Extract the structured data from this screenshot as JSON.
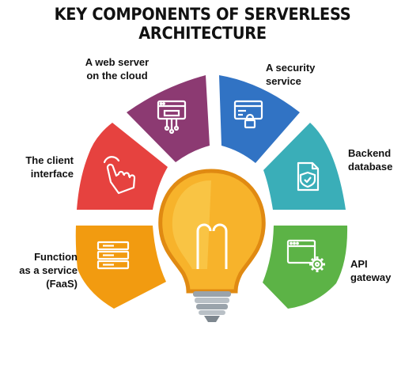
{
  "title": "KEY COMPONENTS OF SERVERLESS ARCHITECTURE",
  "components": [
    {
      "lines": [
        "Function",
        "as a service",
        "(FaaS)"
      ],
      "color": "#f29b10",
      "icon": "server-stack-icon"
    },
    {
      "lines": [
        "The client",
        "interface"
      ],
      "color": "#e6423f",
      "icon": "touch-hand-icon"
    },
    {
      "lines": [
        "A web server",
        "on the cloud"
      ],
      "color": "#8c3a72",
      "icon": "cloud-server-icon"
    },
    {
      "lines": [
        "A security",
        "service"
      ],
      "color": "#3173c4",
      "icon": "lock-window-icon"
    },
    {
      "lines": [
        "Backend",
        "database"
      ],
      "color": "#3aaeb8",
      "icon": "shield-document-icon"
    },
    {
      "lines": [
        "API",
        "gateway"
      ],
      "color": "#5cb346",
      "icon": "gear-window-icon"
    }
  ],
  "center_icon": "lightbulb-icon"
}
